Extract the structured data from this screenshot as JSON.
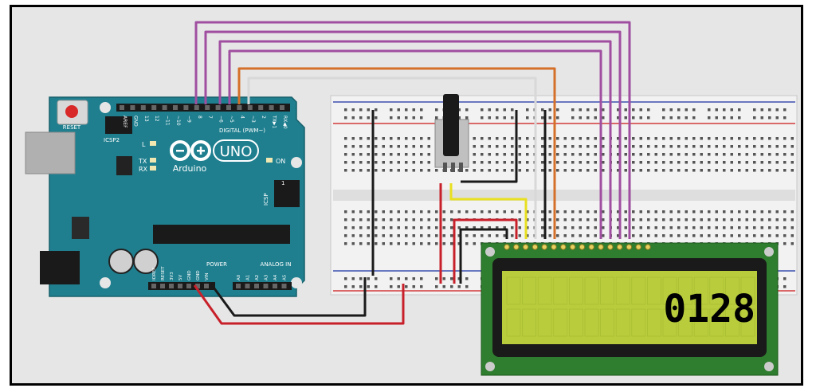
{
  "board": {
    "reset_label": "RESET",
    "icsp2_label": "ICSP2",
    "icsp_label": "ICSP",
    "brand": "Arduino",
    "model": "UNO",
    "digital_label": "DIGITAL (PWM~)",
    "pin_labels_top": [
      "AREF",
      "GND",
      "13",
      "12",
      "~11",
      "~10",
      "~9",
      "8",
      "7",
      "~6",
      "~5",
      "4",
      "~3",
      "2",
      "TX▶1",
      "RX◀0"
    ],
    "l_label": "L",
    "tx_label": "TX",
    "rx_label": "RX",
    "on_label": "ON",
    "power_label": "POWER",
    "analog_label": "ANALOG IN",
    "power_pins": [
      "IOREF",
      "RESET",
      "3V3",
      "5V",
      "GND",
      "GND",
      "VIN"
    ],
    "analog_pins": [
      "A0",
      "A1",
      "A2",
      "A3",
      "A4",
      "A5"
    ],
    "icsp_pin_one": "1"
  },
  "lcd": {
    "display_text": "0128",
    "backlight_color": "#b8cc3c"
  },
  "wire_colors": {
    "purple": "#a04fa0",
    "orange": "#d4702a",
    "white": "#d8d8d8",
    "black": "#1a1a1a",
    "red": "#c8202a",
    "yellow": "#e8e020"
  }
}
